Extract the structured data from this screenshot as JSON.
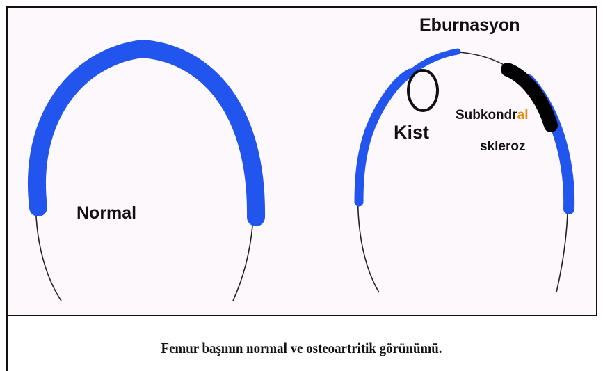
{
  "labels": {
    "normal": "Normal",
    "eburnasyon": "Eburnasyon",
    "kist": "Kist",
    "subkondral_main": "Subkondr",
    "subkondral_accent": "al",
    "skleroz": "skleroz"
  },
  "caption": "Femur başının normal ve osteoartritik görünümü.",
  "colors": {
    "cartilage": "#2255ee",
    "sclerosis": "#000000",
    "outline": "#222222",
    "accent": "#e8890c",
    "background": "#fdf8fc"
  }
}
